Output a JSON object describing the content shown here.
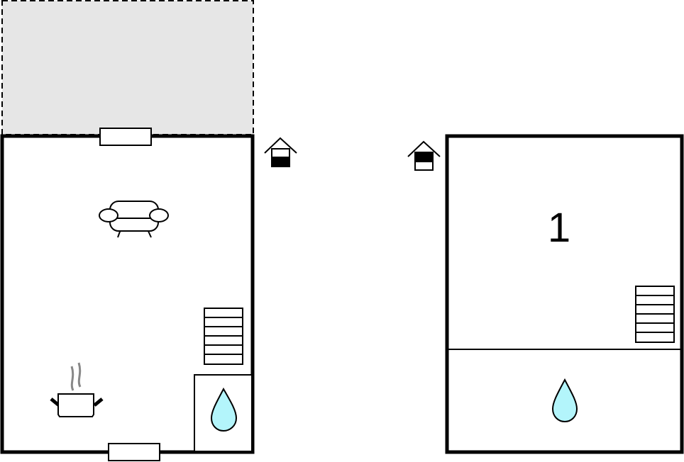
{
  "floor_plan": {
    "upper_floor": {
      "room_number": "1"
    },
    "colors": {
      "terrace": "#e6e6e6",
      "water": "#b3f5fb",
      "wall": "#000000",
      "steam": "#888888"
    },
    "icons": [
      "terrace-area",
      "window",
      "door",
      "sofa-icon",
      "stairs-icon",
      "cooking-pot-icon",
      "water-drop-icon",
      "house-ground-floor-icon",
      "house-upper-floor-icon"
    ]
  }
}
